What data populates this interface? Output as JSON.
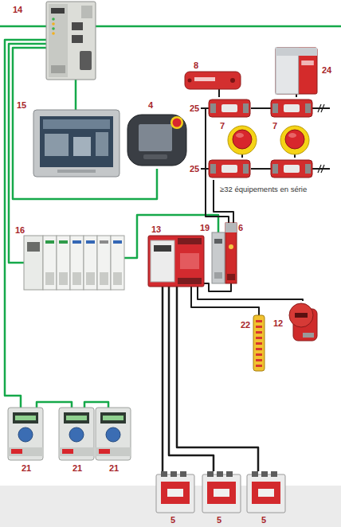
{
  "diagram": {
    "nodes": [
      {
        "text": [
          "14"
        ]
      },
      {
        "text": [
          "15"
        ]
      },
      {
        "text": [
          "4"
        ]
      },
      {
        "text": [
          "8"
        ]
      },
      {
        "text": [
          "24"
        ]
      },
      {
        "text": [
          "25"
        ]
      },
      {
        "text": [
          "7"
        ]
      },
      {
        "text": [
          "7"
        ]
      },
      {
        "text": [
          "25"
        ]
      },
      {
        "text": [
          "16"
        ]
      },
      {
        "text": [
          "13"
        ]
      },
      {
        "text": [
          "19"
        ]
      },
      {
        "text": [
          "6"
        ]
      },
      {
        "text": [
          "22"
        ]
      },
      {
        "text": [
          "12"
        ]
      },
      {
        "text": [
          "21"
        ]
      },
      {
        "text": [
          "21"
        ]
      },
      {
        "text": [
          "21"
        ]
      },
      {
        "text": [
          "5"
        ]
      },
      {
        "text": [
          "5"
        ]
      },
      {
        "text": [
          "5"
        ]
      }
    ],
    "edges": [
      {
        "from": 0,
        "to": 1,
        "arrow": "none"
      },
      {
        "from": 0,
        "to": 2,
        "arrow": "none"
      },
      {
        "from": 0,
        "to": 9,
        "arrow": "none"
      },
      {
        "from": 0,
        "to": 15,
        "arrow": "none"
      },
      {
        "from": 15,
        "to": 16,
        "arrow": "none"
      },
      {
        "from": 16,
        "to": 17,
        "arrow": "none"
      },
      {
        "from": 9,
        "to": 11,
        "arrow": "none"
      },
      {
        "from": 10,
        "to": 12,
        "arrow": "none"
      },
      {
        "from": 12,
        "to": 8,
        "arrow": "none"
      },
      {
        "from": 12,
        "to": 5,
        "arrow": "none"
      },
      {
        "from": 5,
        "to": 3,
        "arrow": "none"
      },
      {
        "from": 5,
        "to": 4,
        "arrow": "none"
      },
      {
        "from": 8,
        "to": 6,
        "arrow": "none"
      },
      {
        "from": 8,
        "to": 7,
        "arrow": "none"
      },
      {
        "from": 10,
        "to": 13,
        "arrow": "none"
      },
      {
        "from": 10,
        "to": 14,
        "arrow": "none"
      },
      {
        "from": 10,
        "to": 18,
        "arrow": "none"
      },
      {
        "from": 10,
        "to": 19,
        "arrow": "none"
      },
      {
        "from": 10,
        "to": 20,
        "arrow": "none"
      }
    ],
    "labels": [
      "≥32 équipements en série"
    ]
  }
}
